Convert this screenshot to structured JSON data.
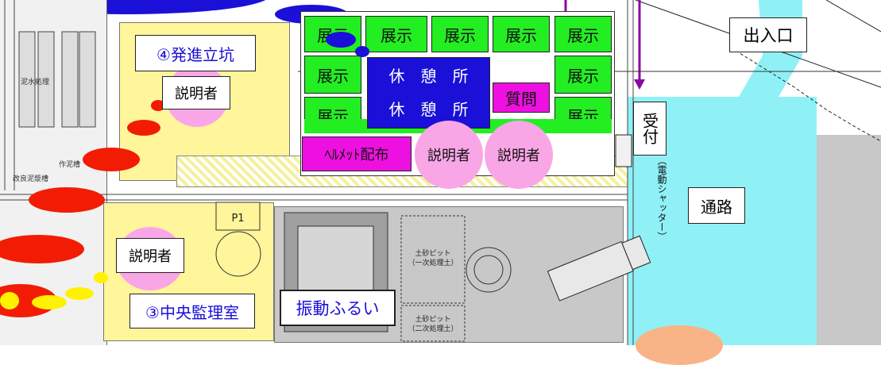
{
  "diagram": {
    "exhibit_label": "展示",
    "rest_area": [
      "休　憩　所",
      "休　憩　所"
    ],
    "question": "質問",
    "helmet": "ﾍﾙﾒｯﾄ配布",
    "explainer": "説明者",
    "reception": "受付",
    "entrance": "出入口",
    "passage": "通路",
    "shaft": "④発進立坑",
    "control_room": "③中央監理室",
    "vibration": "振動ふるい",
    "shutter": "（電動シャッター）",
    "p1": "P1",
    "pit_1": [
      "土砂ピット",
      "（一次処理土）"
    ],
    "pit_2": [
      "土砂ピット",
      "（二次処理土）"
    ],
    "small_label_1": "作泥槽",
    "small_label_2": "改良泥漿槽",
    "small_label_3": "泥水処理",
    "colors": {
      "green": "#22ee22",
      "blue": "#1a10d8",
      "magenta": "#ee10e0",
      "pink": "#f9a6e6",
      "cyan": "#8ff1f6",
      "yellow": "#fff59a",
      "gray": "#c8c8c8"
    }
  }
}
